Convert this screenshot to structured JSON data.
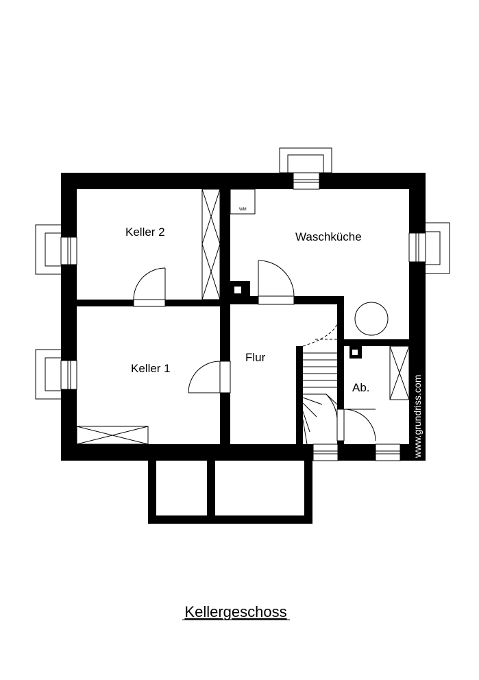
{
  "plan": {
    "caption": "Kellergeschoss",
    "rooms": {
      "keller2": "Keller 2",
      "waschkueche": "Waschküche",
      "keller1": "Keller 1",
      "flur": "Flur",
      "abstellraum": "Ab."
    },
    "fixture_label": "WM",
    "watermark": "www.grundriss.com"
  }
}
